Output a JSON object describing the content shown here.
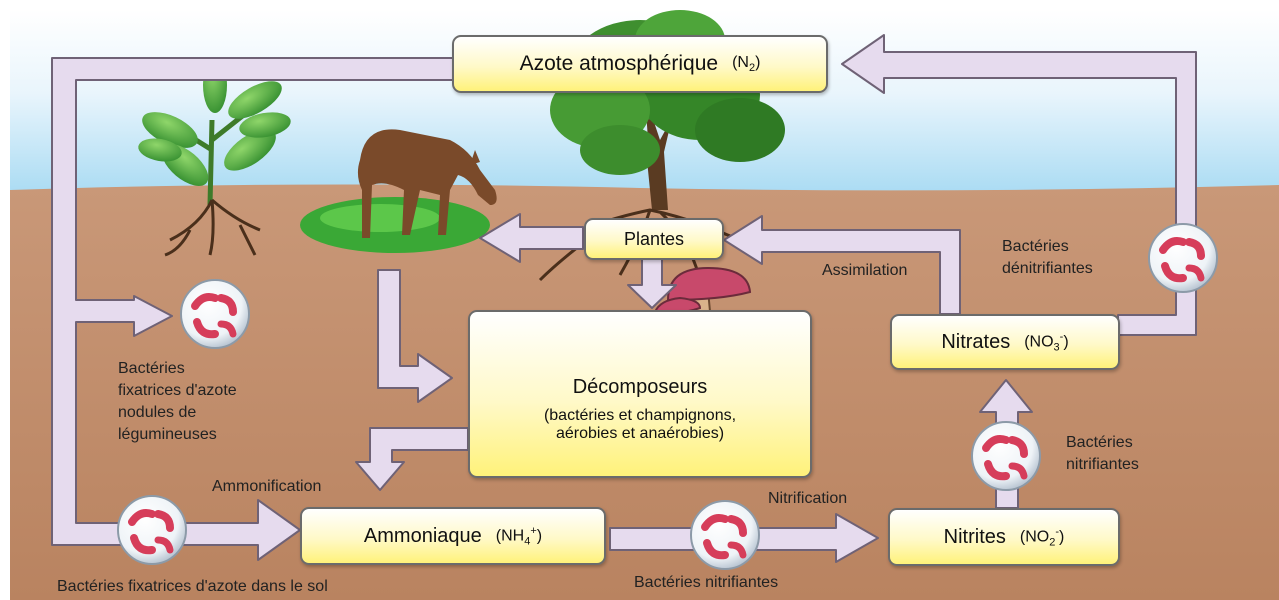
{
  "boxes": {
    "atmosphere": {
      "name": "Azote atmosphérique",
      "formula": "(N",
      "sub": "2",
      "close": ")"
    },
    "plants": {
      "name": "Plantes"
    },
    "decomposers": {
      "name": "Décomposeurs",
      "line1": "(bactéries et champignons,",
      "line2": "aérobies et anaérobies)"
    },
    "ammonia": {
      "name": "Ammoniaque",
      "formula": "(NH",
      "sub": "4",
      "sup": "+",
      "close": ")"
    },
    "nitrites": {
      "name": "Nitrites",
      "formula": "(NO",
      "sub": "2",
      "sup": "-",
      "close": ")"
    },
    "nitrates": {
      "name": "Nitrates",
      "formula": "(NO",
      "sub": "3",
      "sup": "-",
      "close": ")"
    }
  },
  "labels": {
    "legume_bacteria": [
      "Bactéries",
      "fixatrices d'azote",
      "nodules de",
      "légumineuses"
    ],
    "ammonification": "Ammonification",
    "soil_bacteria": "Bactéries fixatrices d'azote dans le sol",
    "nitrification": "Nitrification",
    "nitrifying_bottom": "Bactéries nitrifiantes",
    "nitrifying_right": [
      "Bactéries",
      "nitrifiantes"
    ],
    "denitrifying": [
      "Bactéries",
      "dénitrifiantes"
    ],
    "assimilation": "Assimilation"
  },
  "colors": {
    "sky": "#a9dbf3",
    "soil": "#c08c66",
    "arrow_fill": "#e6dbee",
    "arrow_stroke": "#6f6276",
    "box_fill": "#fff6a6",
    "bacteria": "#d63d5a"
  },
  "icons": [
    "plant-icon",
    "deer-icon",
    "tree-icon",
    "mushroom-icon",
    "bacteria-icon"
  ]
}
